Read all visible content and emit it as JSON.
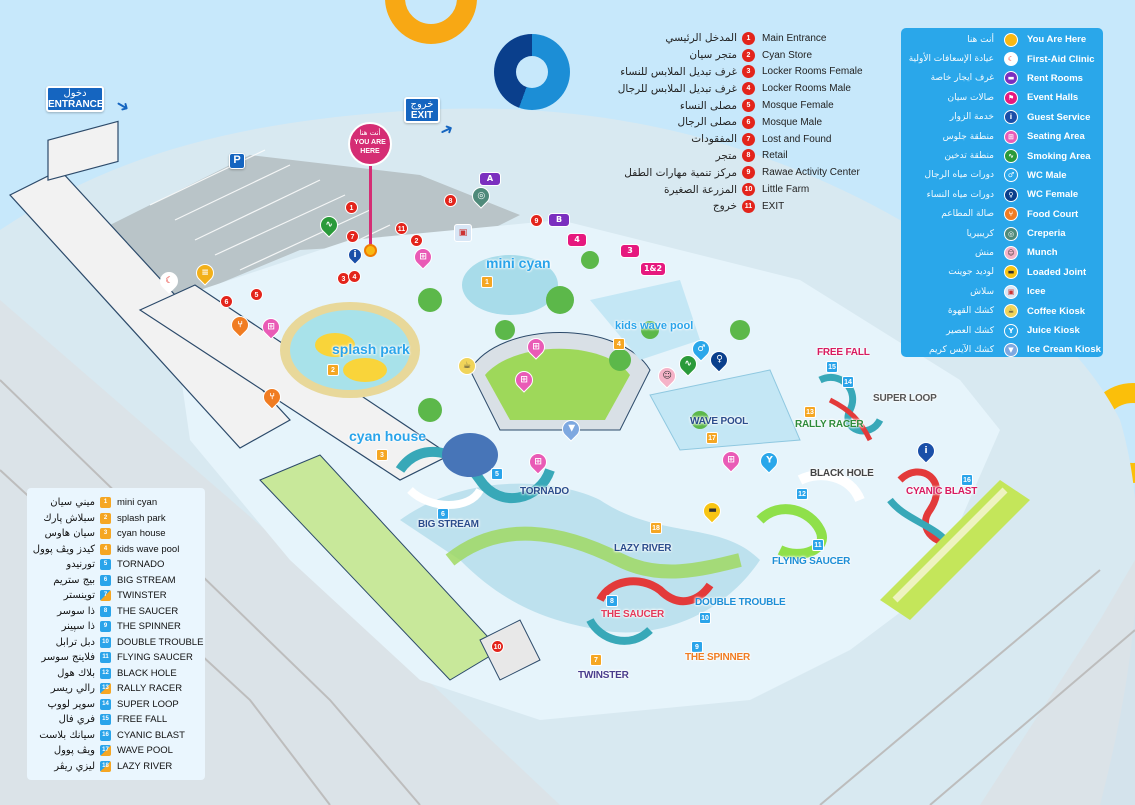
{
  "decor": {
    "colors": {
      "sea": "#c7e8fb",
      "orange_ring": "#f8a814",
      "blue_dark": "#0a3f8c",
      "blue_light": "#1c8ed6",
      "yellow_ring": "#fbbf0a"
    }
  },
  "signs": {
    "entrance": {
      "ar": "دخول",
      "en": "ENTRANCE"
    },
    "exit": {
      "ar": "خروج",
      "en": "EXIT"
    },
    "parking": "P",
    "you_are_here": {
      "ar": "أنت هنا",
      "en_line1": "YOU ARE",
      "en_line2": "HERE"
    }
  },
  "map_labels": {
    "mini_cyan": "mini cyan",
    "splash_park": "splash park",
    "cyan_house": "cyan house",
    "kids_wave_pool": "kids wave pool",
    "tornado": "TORNADO",
    "big_stream": "BIG STREAM",
    "lazy_river": "LAZY RIVER",
    "wave_pool": "WAVE POOL",
    "free_fall": "FREE FALL",
    "super_loop": "SUPER LOOP",
    "rally_racer": "RALLY RACER",
    "black_hole": "BLACK HOLE",
    "cyanic_blast": "CYANIC BLAST",
    "flying_saucer": "FLYING SAUCER",
    "double_trouble": "DOUBLE TROUBLE",
    "the_saucer": "THE SAUCER",
    "the_spinner": "THE SPINNER",
    "twinster": "TWINSTER",
    "rent_room_a": "A",
    "rent_room_b": "B",
    "event_hall_4": "4",
    "event_hall_3": "3",
    "event_hall_12": "1&2"
  },
  "map_markers": {
    "red": [
      "1",
      "2",
      "3",
      "4",
      "5",
      "6",
      "7",
      "8",
      "9",
      "10",
      "11"
    ],
    "rides": [
      "1",
      "2",
      "3",
      "4",
      "5",
      "6",
      "7",
      "8",
      "9",
      "10",
      "11",
      "12",
      "13",
      "14",
      "15",
      "16",
      "17",
      "18"
    ]
  },
  "facilities_legend": {
    "items": [
      {
        "num": "1",
        "ar": "المدخل الرئيسي",
        "en": "Main Entrance"
      },
      {
        "num": "2",
        "ar": "متجر سيان",
        "en": "Cyan Store"
      },
      {
        "num": "3",
        "ar": "غرف تبديل الملابس للنساء",
        "en": "Locker Rooms Female"
      },
      {
        "num": "4",
        "ar": "غرف تبديل الملابس للرجال",
        "en": "Locker Rooms Male"
      },
      {
        "num": "5",
        "ar": "مصلى النساء",
        "en": "Mosque Female"
      },
      {
        "num": "6",
        "ar": "مصلى الرجال",
        "en": "Mosque Male"
      },
      {
        "num": "7",
        "ar": "المفقودات",
        "en": "Lost and Found"
      },
      {
        "num": "8",
        "ar": "متجر",
        "en": "Retail"
      },
      {
        "num": "9",
        "ar": "مركز تنمية مهارات الطفل",
        "en": "Rawae Activity Center"
      },
      {
        "num": "10",
        "ar": "المزرعة الصغيرة",
        "en": "Little Farm"
      },
      {
        "num": "11",
        "ar": "خروج",
        "en": "EXIT"
      }
    ]
  },
  "icons_legend": {
    "background": "#2aa7ea",
    "items": [
      {
        "icon": "you-are-here-icon",
        "glyph": "●",
        "color": "#f8b814",
        "ar": "أنت هنا",
        "en": "You Are Here"
      },
      {
        "icon": "first-aid-icon",
        "glyph": "☾",
        "color": "#ffffff",
        "ar": "عيادة الإسعافات الأولية",
        "en": "First-Aid Clinic"
      },
      {
        "icon": "rent-rooms-icon",
        "glyph": "▬",
        "color": "#7b2fbf",
        "ar": "غرف ايجار خاصة",
        "en": "Rent Rooms"
      },
      {
        "icon": "event-halls-icon",
        "glyph": "⚑",
        "color": "#e6197e",
        "ar": "صالات سيان",
        "en": "Event Halls"
      },
      {
        "icon": "guest-service-icon",
        "glyph": "i",
        "color": "#1a4fa8",
        "ar": "خدمة الزوار",
        "en": "Guest Service"
      },
      {
        "icon": "seating-area-icon",
        "glyph": "⊞",
        "color": "#e95bb6",
        "ar": "منطقة جلوس",
        "en": "Seating Area"
      },
      {
        "icon": "smoking-area-icon",
        "glyph": "∿",
        "color": "#2a9a3a",
        "ar": "منطقة تدخين",
        "en": "Smoking Area"
      },
      {
        "icon": "wc-male-icon",
        "glyph": "♂",
        "color": "#2aa7ea",
        "ar": "دورات مياه الرجال",
        "en": "WC Male"
      },
      {
        "icon": "wc-female-icon",
        "glyph": "♀",
        "color": "#0a3f8c",
        "ar": "دورات مياه النساء",
        "en": "WC Female"
      },
      {
        "icon": "food-court-icon",
        "glyph": "⑂",
        "color": "#f07c22",
        "ar": "صالة المطاعم",
        "en": "Food Court"
      },
      {
        "icon": "creperia-icon",
        "glyph": "◎",
        "color": "#4f8a7a",
        "ar": "كريبيريا",
        "en": "Creperia"
      },
      {
        "icon": "munch-icon",
        "glyph": "☺",
        "color": "#f5b3c8",
        "ar": "منش",
        "en": "Munch"
      },
      {
        "icon": "loaded-joint-icon",
        "glyph": "▬",
        "color": "#f8c514",
        "ar": "لوديد جوينت",
        "en": "Loaded Joint"
      },
      {
        "icon": "icee-icon",
        "glyph": "▣",
        "color": "#d8e6f5",
        "ar": "سلاش",
        "en": "Icee"
      },
      {
        "icon": "coffee-kiosk-icon",
        "glyph": "☕",
        "color": "#f0d45a",
        "ar": "كشك القهوة",
        "en": "Coffee Kiosk"
      },
      {
        "icon": "juice-kiosk-icon",
        "glyph": "Y",
        "color": "#2aa7ea",
        "ar": "كشك العصير",
        "en": "Juice Kiosk"
      },
      {
        "icon": "ice-cream-kiosk-icon",
        "glyph": "▼",
        "color": "#7ea8e0",
        "ar": "كشك الآيس كريم",
        "en": "Ice Cream Kiosk"
      }
    ]
  },
  "rides_legend": {
    "items": [
      {
        "num": "1",
        "color": "#f5a623",
        "ar": "ميني سيان",
        "en": "mini cyan"
      },
      {
        "num": "2",
        "color": "#f5a623",
        "ar": "سبلاش پارك",
        "en": "splash park"
      },
      {
        "num": "3",
        "color": "#f5a623",
        "ar": "سيان هاوس",
        "en": "cyan house"
      },
      {
        "num": "4",
        "color": "#f5a623",
        "ar": "كيدز ويڤ پوول",
        "en": "kids wave pool"
      },
      {
        "num": "5",
        "color": "#2aa4ea",
        "ar": "تورنيدو",
        "en": "TORNADO"
      },
      {
        "num": "6",
        "color": "#2aa4ea",
        "ar": "بيج ستريم",
        "en": "BIG STREAM"
      },
      {
        "num": "7",
        "color": "split",
        "ar": "توينستر",
        "en": "TWINSTER"
      },
      {
        "num": "8",
        "color": "#2aa4ea",
        "ar": "ذا سوسر",
        "en": "THE SAUCER"
      },
      {
        "num": "9",
        "color": "#2aa4ea",
        "ar": "ذا سپينر",
        "en": "THE SPINNER"
      },
      {
        "num": "10",
        "color": "#2aa4ea",
        "ar": "دبل ترابل",
        "en": "DOUBLE TROUBLE"
      },
      {
        "num": "11",
        "color": "#2aa4ea",
        "ar": "فلاينج سوسر",
        "en": "FLYING SAUCER"
      },
      {
        "num": "12",
        "color": "#2aa4ea",
        "ar": "بلاك هول",
        "en": "BLACK HOLE"
      },
      {
        "num": "13",
        "color": "split",
        "ar": "رالي ريسر",
        "en": "RALLY RACER"
      },
      {
        "num": "14",
        "color": "#2aa4ea",
        "ar": "سوپر لووپ",
        "en": "SUPER LOOP"
      },
      {
        "num": "15",
        "color": "#2aa4ea",
        "ar": "فري فال",
        "en": "FREE FALL"
      },
      {
        "num": "16",
        "color": "#2aa4ea",
        "ar": "سيانك بلاست",
        "en": "CYANIC BLAST"
      },
      {
        "num": "17",
        "color": "split",
        "ar": "ويڤ پوول",
        "en": "WAVE POOL"
      },
      {
        "num": "18",
        "color": "split",
        "ar": "ليزي ريڤر",
        "en": "LAZY RIVER"
      }
    ]
  }
}
